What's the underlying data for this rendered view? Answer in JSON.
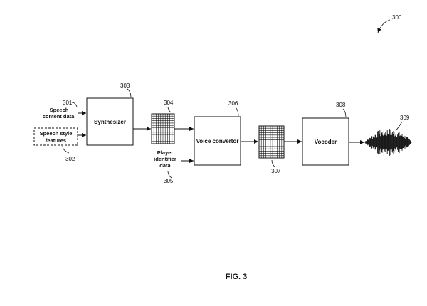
{
  "figure_number": "300",
  "caption": "FIG. 3",
  "inputs": {
    "speech_content": {
      "ref": "301",
      "line1": "Speech",
      "line2": "content data"
    },
    "speech_style": {
      "ref": "302",
      "line1": "Speech style",
      "line2": "features"
    },
    "player_identifier": {
      "ref": "305",
      "line1": "Player",
      "line2": "identifier",
      "line3": "data"
    }
  },
  "blocks": {
    "synthesizer": {
      "ref": "303",
      "label": "Synthesizer"
    },
    "spectrogram_1": {
      "ref": "304"
    },
    "voice_convertor": {
      "ref": "306",
      "label": "Voice convertor"
    },
    "spectrogram_2": {
      "ref": "307"
    },
    "vocoder": {
      "ref": "308",
      "label": "Vocoder"
    },
    "waveform": {
      "ref": "309"
    }
  }
}
